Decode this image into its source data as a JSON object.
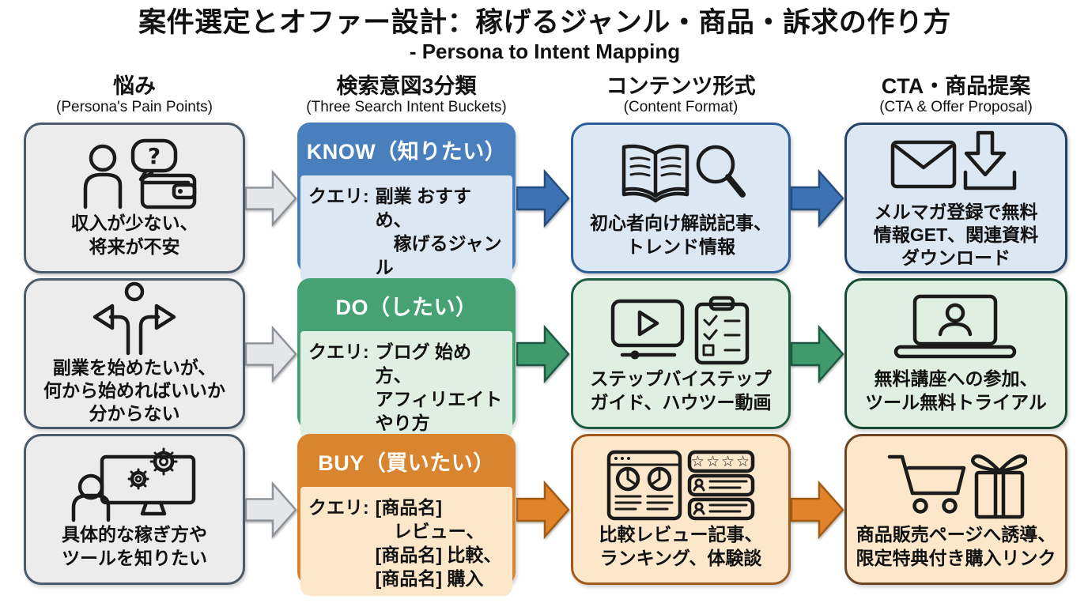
{
  "title": "案件選定とオファー設計：稼げるジャンル・商品・訴求の作り方",
  "subtitle": "- Persona to Intent Mapping",
  "columns": [
    {
      "label": "悩み",
      "sublabel": "(Persona's Pain Points)"
    },
    {
      "label": "検索意図3分類",
      "sublabel": "(Three Search Intent Buckets)"
    },
    {
      "label": "コンテンツ形式",
      "sublabel": "(Content Format)"
    },
    {
      "label": "CTA・商品提案",
      "sublabel": "(CTA & Offer Proposal)"
    }
  ],
  "rows": [
    {
      "id": "know",
      "pain": {
        "text": "収入が少ない、\n将来が不安",
        "icons": [
          "person-question-icon",
          "wallet-icon"
        ]
      },
      "intent": {
        "header": "KNOW（知りたい）",
        "query_label": "クエリ:",
        "query": "副業 おすすめ、\n　稼げるジャンル"
      },
      "content": {
        "text": "初心者向け解説記事、\nトレンド情報",
        "icons": [
          "open-book-icon",
          "magnifier-icon"
        ]
      },
      "cta": {
        "text": "メルマガ登録で無料\n情報GET、関連資料\nダウンロード",
        "icons": [
          "envelope-icon",
          "download-icon"
        ]
      }
    },
    {
      "id": "do",
      "pain": {
        "text": "副業を始めたいが、\n何から始めればいいか\n分からない",
        "icons": [
          "crossroads-icon"
        ]
      },
      "intent": {
        "header": "DO（したい）",
        "query_label": "クエリ:",
        "query": "ブログ 始め方、\nアフィリエイト\nやり方"
      },
      "content": {
        "text": "ステップバイステップ\nガイド、ハウツー動画",
        "icons": [
          "video-player-icon",
          "checklist-icon"
        ]
      },
      "cta": {
        "text": "無料講座への参加、\nツール無料トライアル",
        "icons": [
          "laptop-person-icon"
        ]
      }
    },
    {
      "id": "buy",
      "pain": {
        "text": "具体的な稼ぎ方や\nツールを知りたい",
        "icons": [
          "person-monitor-gears-icon"
        ]
      },
      "intent": {
        "query_label": "クエリ:",
        "header": "BUY（買いたい）",
        "query": "[商品名]\n　レビュー、\n[商品名] 比較、\n[商品名] 購入"
      },
      "content": {
        "text": "比較レビュー記事、\nランキング、体験談",
        "icons": [
          "comparison-page-icon",
          "review-cards-icon"
        ]
      },
      "cta": {
        "text": "商品販売ページへ誘導、\n限定特典付き購入リンク",
        "icons": [
          "cart-icon",
          "gift-icon"
        ]
      }
    }
  ],
  "theme": {
    "text": "#111111",
    "header_text": "#ffffff",
    "pain_bg": "#ececec",
    "pain_border": "#4d5a68",
    "gray_arrow_fill": "#e5e6e8",
    "gray_arrow_stroke": "#8d9298",
    "rows": [
      {
        "name": "know",
        "header_bg": "#4a7fbe",
        "body_bg": "#dce7f4",
        "box_border": "#2d5d99",
        "cta_border": "#223f66",
        "arrow_fill": "#3d73b4",
        "arrow_stroke": "#254e7f"
      },
      {
        "name": "do",
        "header_bg": "#46a173",
        "body_bg": "#dff0e3",
        "box_border": "#1e5c41",
        "cta_border": "#174733",
        "arrow_fill": "#3f9b6c",
        "arrow_stroke": "#1d5b40"
      },
      {
        "name": "buy",
        "header_bg": "#d9842e",
        "body_bg": "#fce7cb",
        "box_border": "#a05a1e",
        "cta_border": "#6b4524",
        "arrow_fill": "#e0832b",
        "arrow_stroke": "#a25b13"
      }
    ]
  }
}
